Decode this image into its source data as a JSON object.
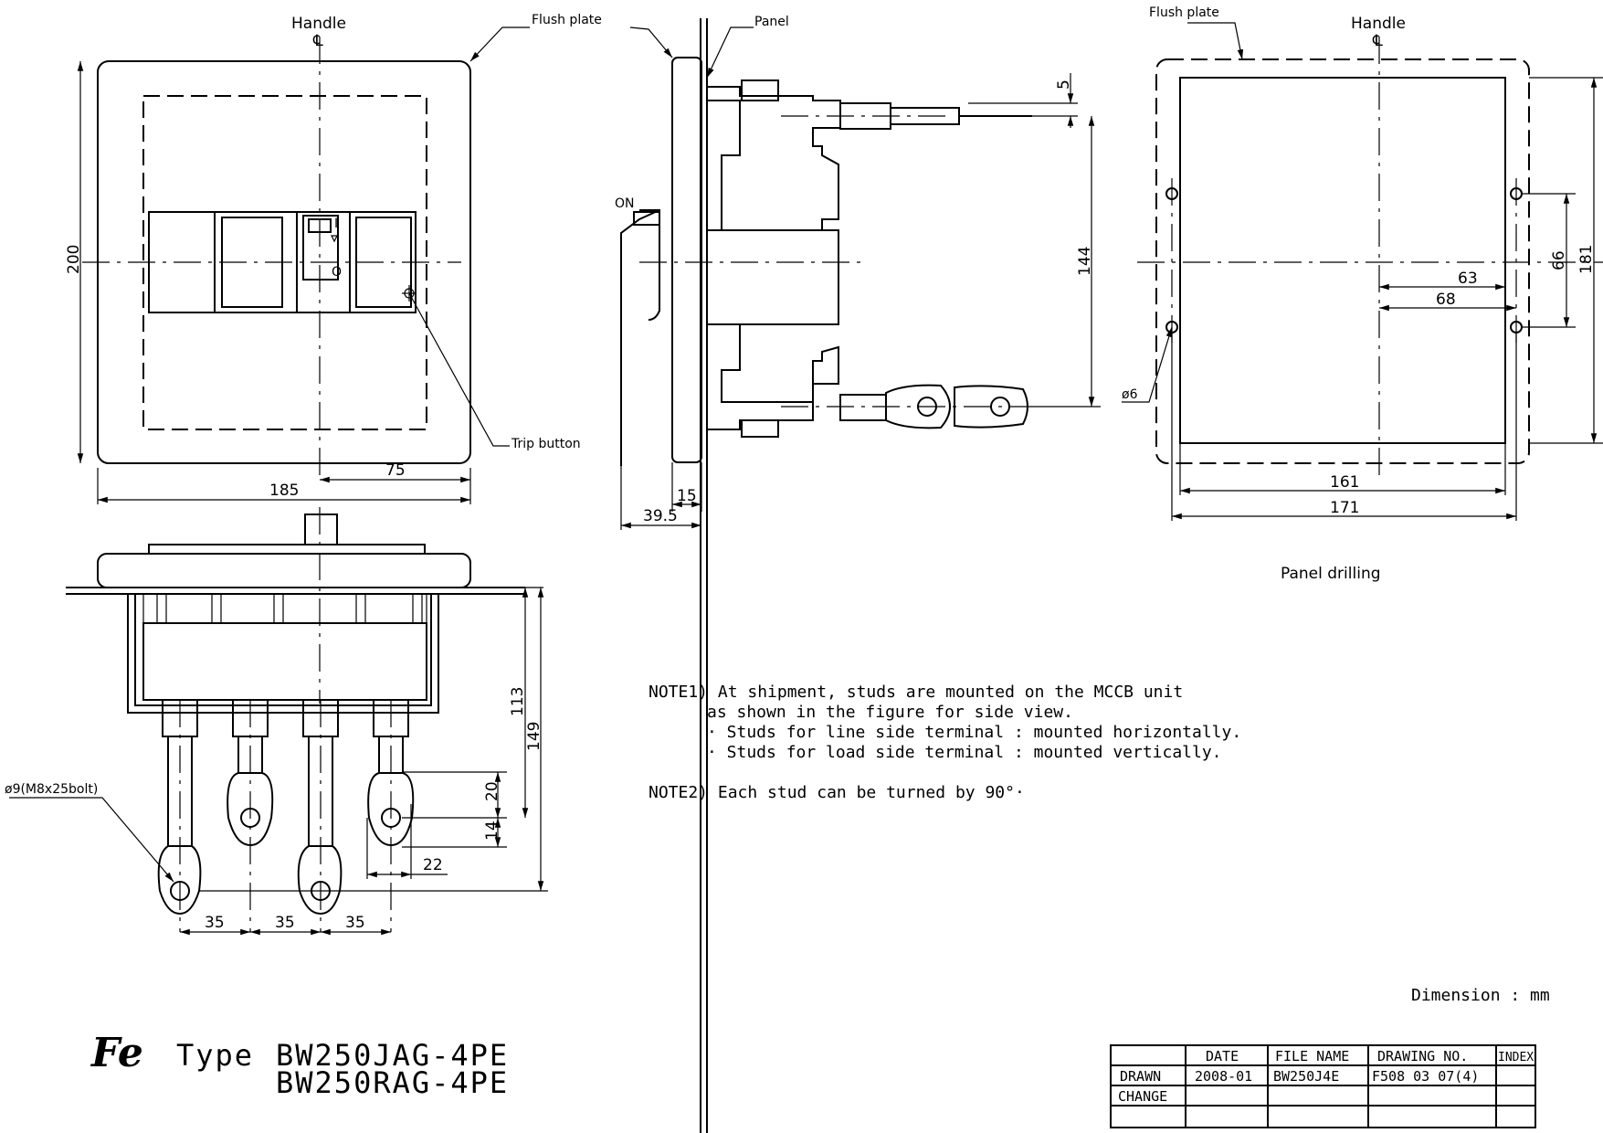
{
  "labels": {
    "handle_front": "Handle",
    "handle_right": "Handle",
    "cl_front": "℄",
    "cl_right": "℄",
    "flush_plate_front": "Flush plate",
    "flush_plate_right": "Flush plate",
    "panel": "Panel",
    "trip_button": "Trip button",
    "on": "ON",
    "panel_drilling": "Panel drilling",
    "stud_callout": "ø9(M8x25bolt)",
    "hole_callout": "ø6",
    "breaker_i": "I",
    "breaker_o": "O"
  },
  "dimensions": {
    "front_height": "200",
    "front_width": "185",
    "front_half": "75",
    "side_5": "5",
    "side_144": "144",
    "side_15": "15",
    "side_39_5": "39.5",
    "drill_63": "63",
    "drill_68": "68",
    "drill_66": "66",
    "drill_181": "181",
    "drill_161": "161",
    "drill_171": "171",
    "bottom_113": "113",
    "bottom_149": "149",
    "bottom_20": "20",
    "bottom_14": "14",
    "bottom_22": "22",
    "pitch_1": "35",
    "pitch_2": "35",
    "pitch_3": "35"
  },
  "notes": {
    "note1_line1": "NOTE1) At shipment, studs are mounted on the MCCB unit",
    "note1_line2": "as shown in the figure for side view.",
    "note1_line3": "· Studs for line side terminal : mounted horizontally.",
    "note1_line4": "· Studs for load side terminal : mounted vertically.",
    "note2": "NOTE2) Each stud can be turned by 90°·",
    "units": "Dimension : mm"
  },
  "title_block": {
    "logo": "Fe",
    "type_prefix": "Type",
    "model_1": "BW250JAG-4PE",
    "model_2": "BW250RAG-4PE"
  },
  "revision_table": {
    "headers": [
      "",
      "DATE",
      "FILE NAME",
      "DRAWING NO.",
      "INDEX"
    ],
    "rows": [
      [
        "DRAWN",
        "2008-01",
        "BW250J4E",
        "F508 03 07(4)",
        ""
      ],
      [
        "CHANGE",
        "",
        "",
        "",
        ""
      ]
    ]
  }
}
